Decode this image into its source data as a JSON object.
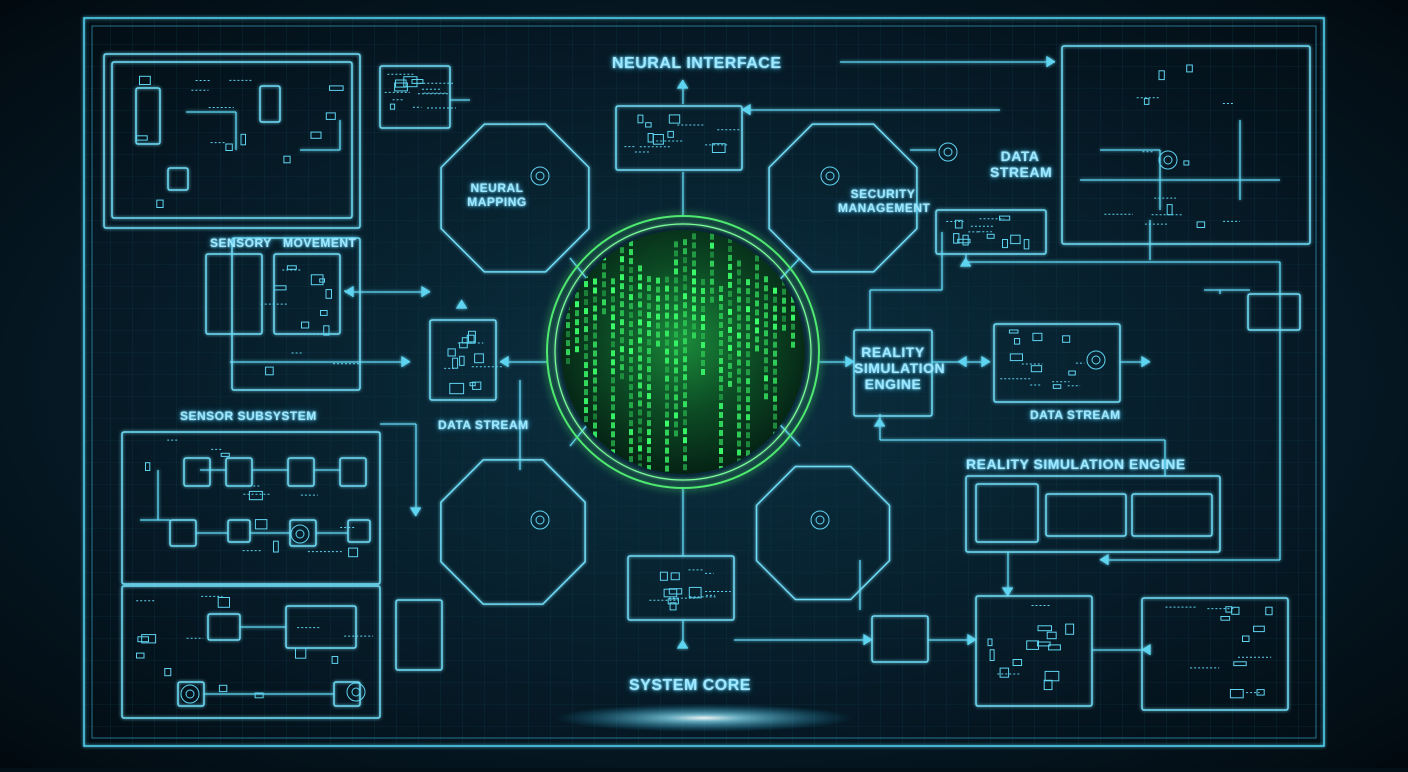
{
  "labels": {
    "neural_interface": "NEURAL INTERFACE",
    "system_core": "SYSTEM CORE",
    "data_stream_top_line1": "DATA",
    "data_stream_top_line2": "STREAM",
    "data_stream_left": "DATA STREAM",
    "data_stream_right": "DATA STREAM",
    "reality_engine_box_line1": "REALITY",
    "reality_engine_box_line2": "SIMULATION",
    "reality_engine_box_line3": "ENGINE",
    "reality_engine_right": "REALITY SIMULATION ENGINE",
    "neural_mapping_line1": "NEURAL",
    "neural_mapping_line2": "MAPPING",
    "security_module_line1": "SECURITY",
    "security_module_line2": "MANAGEMENT",
    "sensory_label": "SENSORY",
    "movement_label": "MOVEMENT",
    "sensor_subsystem": "SENSOR SUBSYSTEM"
  },
  "colors": {
    "background": "#041018",
    "line": "#5fd4f0",
    "glow": "#37c8ff",
    "core_green": "#3cff6a",
    "text": "#9fe8ff"
  },
  "icons": [
    "chip-icon",
    "gear-icon",
    "database-icon",
    "monitor-icon",
    "sensor-icon"
  ]
}
